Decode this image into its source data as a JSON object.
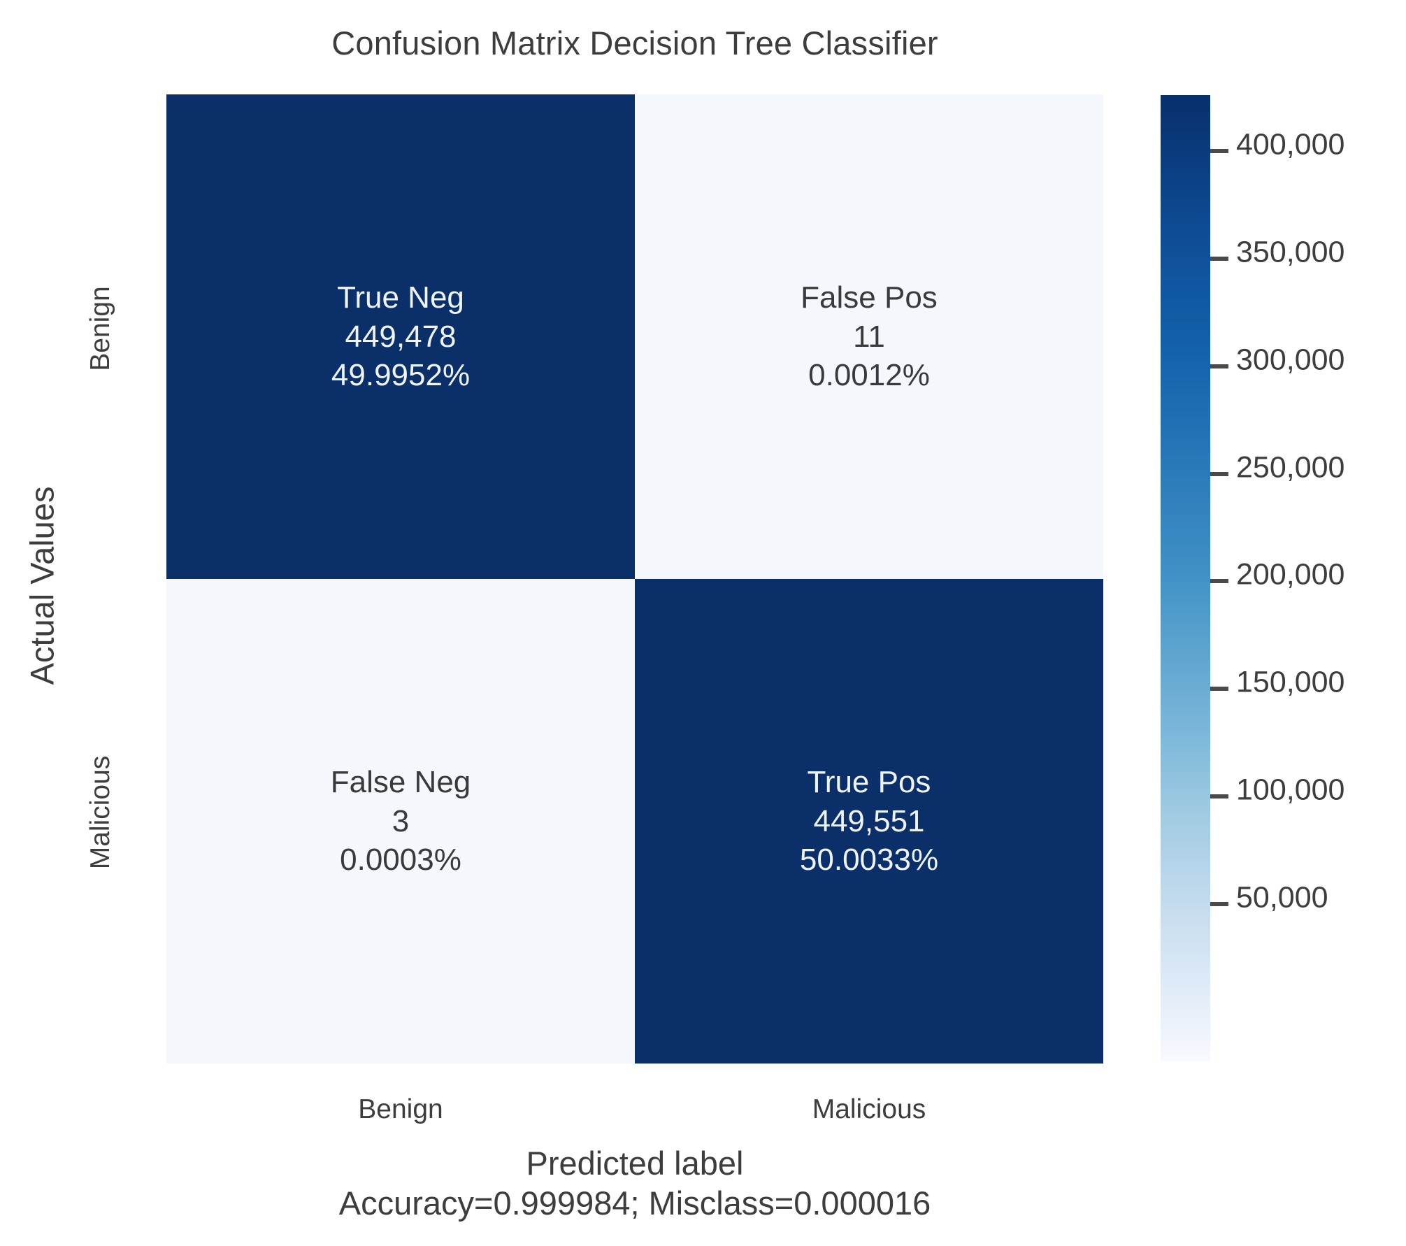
{
  "chart_data": {
    "type": "heatmap",
    "title": "Confusion Matrix Decision Tree Classifier",
    "xlabel": "Predicted label",
    "ylabel": "Actual Values",
    "sublabel": "Accuracy=0.999984; Misclass=0.000016",
    "x_categories": [
      "Benign",
      "Malicious"
    ],
    "y_categories": [
      "Benign",
      "Malicious"
    ],
    "values": [
      [
        449478,
        11
      ],
      [
        3,
        449551
      ]
    ],
    "percents": [
      [
        "49.9952%",
        "0.0012%"
      ],
      [
        "0.0003%",
        "50.0033%"
      ]
    ],
    "group_names": [
      [
        "True Neg",
        "False Pos"
      ],
      [
        "False Neg",
        "True Pos"
      ]
    ],
    "colorbar": {
      "ticks": [
        400000,
        350000,
        300000,
        250000,
        200000,
        150000,
        100000,
        50000
      ],
      "tick_labels": [
        "400,000",
        "350,000",
        "300,000",
        "250,000",
        "200,000",
        "150,000",
        "100,000",
        "50,000"
      ],
      "vmin": 0,
      "vmax": 449551,
      "colormap": "Blues",
      "position": "right"
    },
    "grid": false,
    "accuracy": 0.999984,
    "misclass": 1.6e-05
  },
  "title": "Confusion Matrix Decision Tree Classifier",
  "axes": {
    "ylabel": "Actual Values",
    "xlabel": "Predicted label",
    "sublabel": "Accuracy=0.999984; Misclass=0.000016",
    "yticks": [
      "Benign",
      "Malicious"
    ],
    "xticks": [
      "Benign",
      "Malicious"
    ]
  },
  "cells": [
    {
      "name": "True Neg",
      "count": "449,478",
      "percent": "49.9952%",
      "tone": "dark"
    },
    {
      "name": "False Pos",
      "count": "11",
      "percent": "0.0012%",
      "tone": "light"
    },
    {
      "name": "False Neg",
      "count": "3",
      "percent": "0.0003%",
      "tone": "light"
    },
    {
      "name": "True Pos",
      "count": "449,551",
      "percent": "50.0033%",
      "tone": "dark"
    }
  ],
  "colorbar": {
    "tick_labels": [
      "400,000",
      "350,000",
      "300,000",
      "250,000",
      "200,000",
      "150,000",
      "100,000",
      "50,000"
    ]
  },
  "colors": {
    "dark_cell": "#0b3069",
    "light_cell": "#f4f8fd",
    "dark_cell_text": "#eff3fa",
    "light_cell_text": "#3a3a3a",
    "axis_text": "#3d3d3d",
    "background": "#ffffff"
  }
}
